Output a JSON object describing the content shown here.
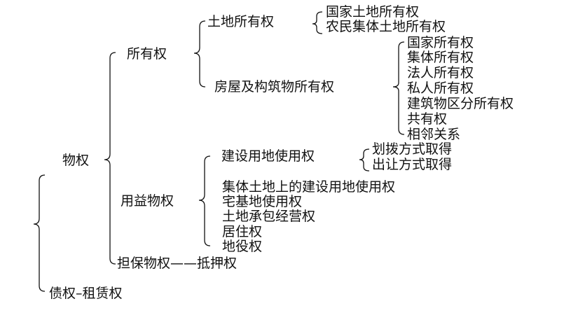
{
  "root": {
    "real_right": "物权",
    "creditor_right": "债权–租赁权",
    "ownership": {
      "label": "所有权",
      "land": {
        "label": "土地所有权",
        "items": [
          "国家土地所有权",
          "农民集体土地所有权"
        ]
      },
      "building": {
        "label": "房屋及构筑物所有权",
        "items": [
          "国家所有权",
          "集体所有权",
          "法人所有权",
          "私人所有权",
          "建筑物区分所有权",
          "共有权",
          "相邻关系"
        ]
      }
    },
    "usufruct": {
      "label": "用益物权",
      "construction_land": {
        "label": "建设用地使用权",
        "items": [
          "划拨方式取得",
          "出让方式取得"
        ]
      },
      "others": [
        "集体土地上的建设用地使用权",
        "宅基地使用权",
        "土地承包经营权",
        "居住权",
        "地役权"
      ]
    },
    "security": "担保物权——抵押权"
  }
}
